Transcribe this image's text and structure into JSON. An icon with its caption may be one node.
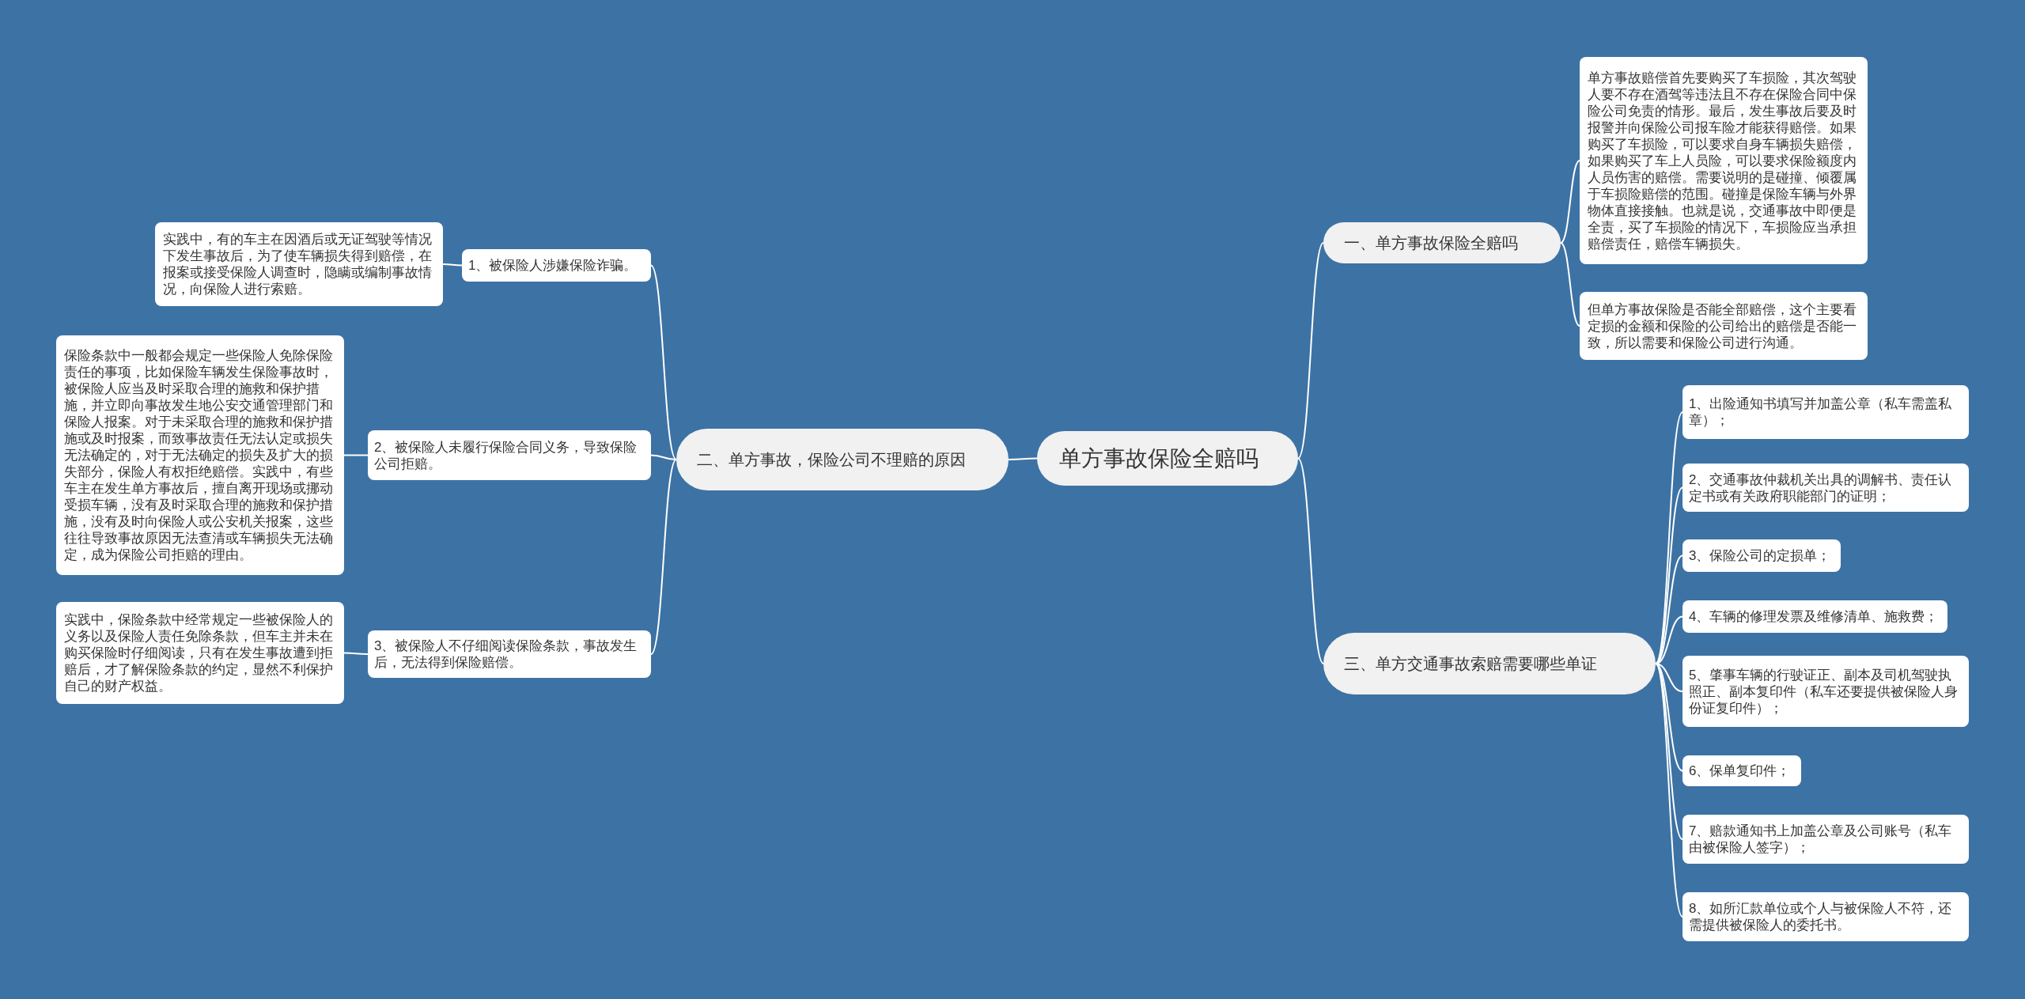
{
  "diagram": {
    "nodes": [
      {
        "text": [
          "单方事故保险全赔吗"
        ]
      },
      {
        "text": [
          "一、单方事故保险全赔吗"
        ]
      },
      {
        "text": [
          "单方事故赔偿首先要购买了车损险，其次驾驶人要不存在酒驾等违法且不存在保险合同中保险公司免责的情形。最后，发生事故后要及时报警并向保险公司报车险才能获得赔偿。如果购买了车损险，可以要求自身车辆损失赔偿，如果购买了车上人员险，可以要求保险额度内人员伤害的赔偿。需要说明的是碰撞、倾覆属于车损险赔偿的范围。碰撞是保险车辆与外界物体直接接触。也就是说，交通事故中即便是全责，买了车损险的情况下，车损险应当承担赔偿责任，赔偿车辆损失。"
        ]
      },
      {
        "text": [
          "但单方事故保险是否能全部赔偿，这个主要看定损的金额和保险的公司给出的赔偿是否能一致，所以需要和保险公司进行沟通。"
        ]
      },
      {
        "text": [
          "二、单方事故，保险公司不理赔的原因"
        ]
      },
      {
        "text": [
          "1、被保险人涉嫌保险诈骗。"
        ]
      },
      {
        "text": [
          "实践中，有的车主在因酒后或无证驾驶等情况下发生事故后，为了使车辆损失得到赔偿，在报案或接受保险人调查时，隐瞒或编制事故情况，向保险人进行索赔。"
        ]
      },
      {
        "text": [
          "2、被保险人未履行保险合同义务，导致保险公司拒赔。"
        ]
      },
      {
        "text": [
          "保险条款中一般都会规定一些保险人免除保险责任的事项，比如保险车辆发生保险事故时，被保险人应当及时采取合理的施救和保护措施，并立即向事故发生地公安交通管理部门和保险人报案。对于未采取合理的施救和保护措施或及时报案，而致事故责任无法认定或损失无法确定的，对于无法确定的损失及扩大的损失部分，保险人有权拒绝赔偿。实践中，有些车主在发生单方事故后，擅自离开现场或挪动受损车辆，没有及时采取合理的施救和保护措施，没有及时向保险人或公安机关报案，这些往往导致事故原因无法查清或车辆损失无法确定，成为保险公司拒赔的理由。"
        ]
      },
      {
        "text": [
          "3、被保险人不仔细阅读保险条款，事故发生后，无法得到保险赔偿。"
        ]
      },
      {
        "text": [
          "实践中，保险条款中经常规定一些被保险人的义务以及保险人责任免除条款，但车主并未在购买保险时仔细阅读，只有在发生事故遭到拒赔后，才了解保险条款的约定，显然不利保护自己的财产权益。"
        ]
      },
      {
        "text": [
          "三、单方交通事故索赔需要哪些单证"
        ]
      },
      {
        "text": [
          "1、出险通知书填写并加盖公章（私车需盖私章）；"
        ]
      },
      {
        "text": [
          "2、交通事故仲裁机关出具的调解书、责任认定书或有关政府职能部门的证明；"
        ]
      },
      {
        "text": [
          "3、保险公司的定损单；"
        ]
      },
      {
        "text": [
          "4、车辆的修理发票及维修清单、施救费；"
        ]
      },
      {
        "text": [
          "5、肇事车辆的行驶证正、副本及司机驾驶执照正、副本复印件（私车还要提供被保险人身份证复印件）；"
        ]
      },
      {
        "text": [
          "6、保单复印件；"
        ]
      },
      {
        "text": [
          "7、赔款通知书上加盖公章及公司账号（私车由被保险人签字）；"
        ]
      },
      {
        "text": [
          "8、如所汇款单位或个人与被保险人不符，还需提供被保险人的委托书。"
        ]
      }
    ],
    "edges": [
      {
        "from": 0,
        "to": 1,
        "arrow": "none"
      },
      {
        "from": 1,
        "to": 2,
        "arrow": "none"
      },
      {
        "from": 1,
        "to": 3,
        "arrow": "none"
      },
      {
        "from": 0,
        "to": 4,
        "arrow": "none"
      },
      {
        "from": 4,
        "to": 5,
        "arrow": "none"
      },
      {
        "from": 5,
        "to": 6,
        "arrow": "none"
      },
      {
        "from": 4,
        "to": 7,
        "arrow": "none"
      },
      {
        "from": 7,
        "to": 8,
        "arrow": "none"
      },
      {
        "from": 4,
        "to": 9,
        "arrow": "none"
      },
      {
        "from": 9,
        "to": 10,
        "arrow": "none"
      },
      {
        "from": 0,
        "to": 11,
        "arrow": "none"
      },
      {
        "from": 11,
        "to": 12,
        "arrow": "none"
      },
      {
        "from": 11,
        "to": 13,
        "arrow": "none"
      },
      {
        "from": 11,
        "to": 14,
        "arrow": "none"
      },
      {
        "from": 11,
        "to": 15,
        "arrow": "none"
      },
      {
        "from": 11,
        "to": 16,
        "arrow": "none"
      },
      {
        "from": 11,
        "to": 17,
        "arrow": "none"
      },
      {
        "from": 11,
        "to": 18,
        "arrow": "none"
      },
      {
        "from": 11,
        "to": 19,
        "arrow": "none"
      }
    ]
  }
}
